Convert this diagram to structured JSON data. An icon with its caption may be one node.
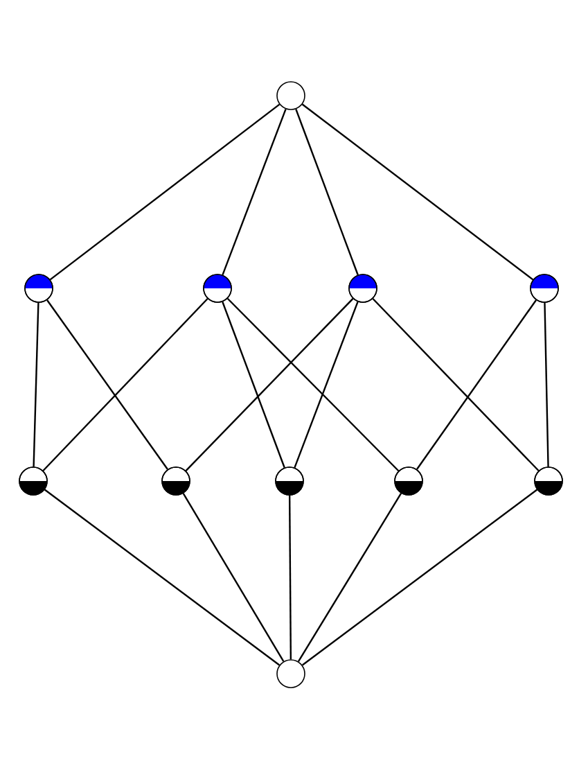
{
  "diagram": {
    "nodes": [
      {
        "text": [],
        "shape": "circle"
      },
      {
        "text": [],
        "shape": "circle"
      },
      {
        "text": [],
        "shape": "circle"
      },
      {
        "text": [],
        "shape": "circle"
      },
      {
        "text": [],
        "shape": "circle"
      },
      {
        "text": [],
        "shape": "circle"
      },
      {
        "text": [],
        "shape": "circle"
      },
      {
        "text": [],
        "shape": "circle"
      },
      {
        "text": [],
        "shape": "circle"
      },
      {
        "text": [],
        "shape": "circle"
      },
      {
        "text": [],
        "shape": "circle"
      }
    ],
    "edges": [
      {
        "from": 0,
        "to": 1,
        "arrow": "none"
      },
      {
        "from": 0,
        "to": 2,
        "arrow": "none"
      },
      {
        "from": 0,
        "to": 3,
        "arrow": "none"
      },
      {
        "from": 0,
        "to": 4,
        "arrow": "none"
      },
      {
        "from": 1,
        "to": 5,
        "arrow": "none"
      },
      {
        "from": 1,
        "to": 6,
        "arrow": "none"
      },
      {
        "from": 2,
        "to": 5,
        "arrow": "none"
      },
      {
        "from": 2,
        "to": 7,
        "arrow": "none"
      },
      {
        "from": 2,
        "to": 8,
        "arrow": "none"
      },
      {
        "from": 3,
        "to": 6,
        "arrow": "none"
      },
      {
        "from": 3,
        "to": 7,
        "arrow": "none"
      },
      {
        "from": 3,
        "to": 9,
        "arrow": "none"
      },
      {
        "from": 4,
        "to": 8,
        "arrow": "none"
      },
      {
        "from": 4,
        "to": 9,
        "arrow": "none"
      },
      {
        "from": 5,
        "to": 10,
        "arrow": "none"
      },
      {
        "from": 6,
        "to": 10,
        "arrow": "none"
      },
      {
        "from": 7,
        "to": 10,
        "arrow": "none"
      },
      {
        "from": 8,
        "to": 10,
        "arrow": "none"
      },
      {
        "from": 9,
        "to": 10,
        "arrow": "none"
      }
    ]
  }
}
